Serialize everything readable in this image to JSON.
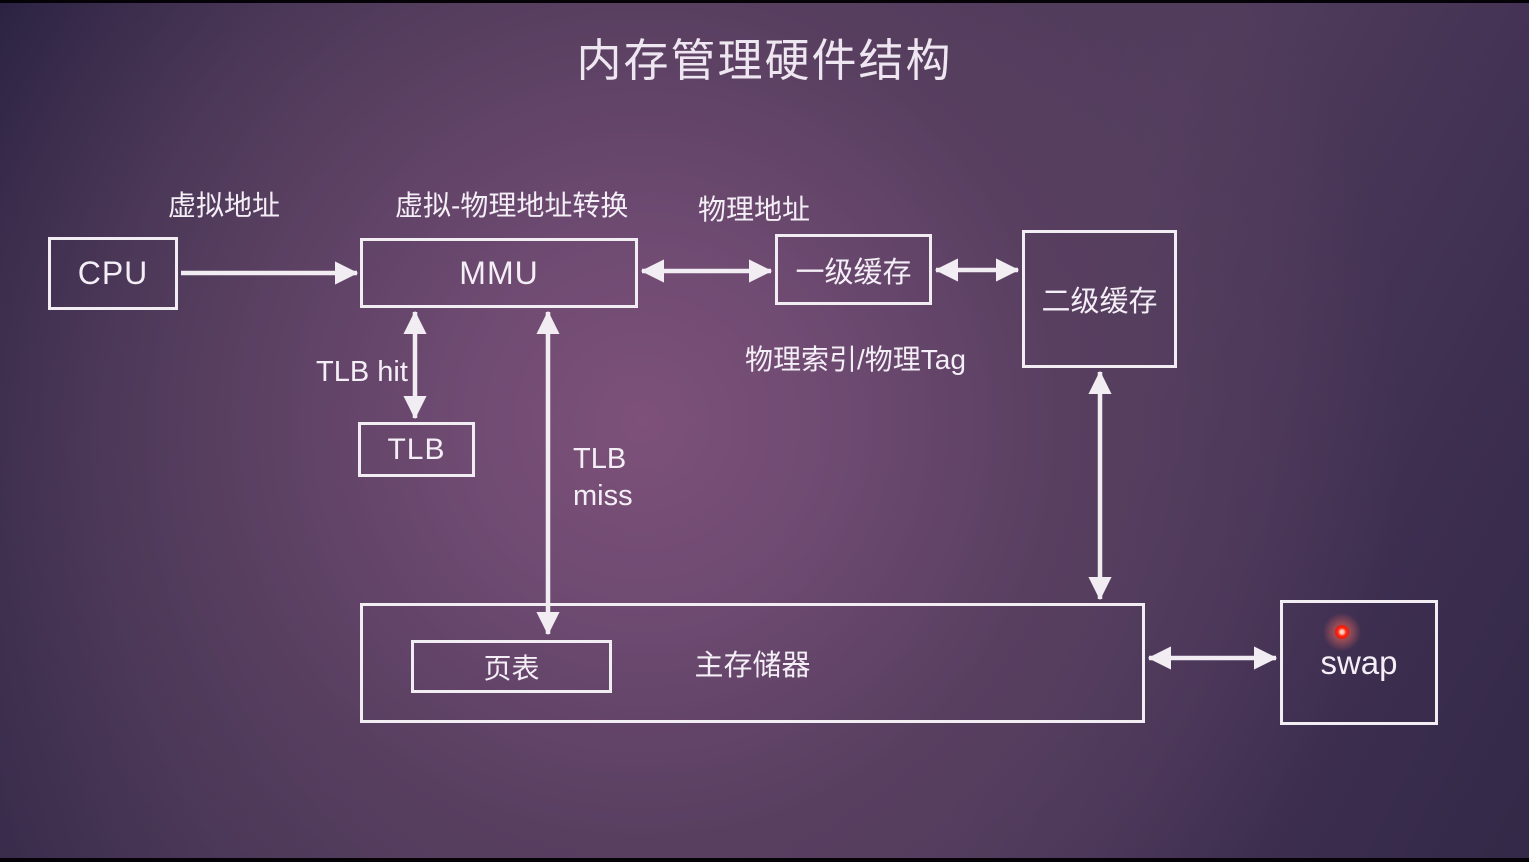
{
  "title": "内存管理硬件结构",
  "nodes": {
    "cpu": {
      "label": "CPU"
    },
    "mmu": {
      "label": "MMU"
    },
    "l1_cache": {
      "label": "一级缓存"
    },
    "l2_cache": {
      "label": "二级缓存"
    },
    "tlb": {
      "label": "TLB"
    },
    "page_table": {
      "label": "页表"
    },
    "main_memory": {
      "label": "主存储器"
    },
    "swap": {
      "label": "swap"
    }
  },
  "labels": {
    "virtual_address": "虚拟地址",
    "va_pa_translation": "虚拟-物理地址转换",
    "physical_address": "物理地址",
    "physical_index_tag": "物理索引/物理Tag",
    "tlb_hit": "TLB hit",
    "tlb_miss_lines": [
      "TLB",
      "miss"
    ]
  },
  "edges": [
    {
      "from": "cpu",
      "to": "mmu",
      "bidirectional": false
    },
    {
      "from": "mmu",
      "to": "l1_cache",
      "bidirectional": true
    },
    {
      "from": "l1_cache",
      "to": "l2_cache",
      "bidirectional": true
    },
    {
      "from": "mmu",
      "to": "tlb",
      "bidirectional": true
    },
    {
      "from": "mmu",
      "to": "page_table",
      "bidirectional": true
    },
    {
      "from": "l2_cache",
      "to": "main_memory",
      "bidirectional": true
    },
    {
      "from": "main_memory",
      "to": "swap",
      "bidirectional": true
    }
  ],
  "colors": {
    "background_center": "#7d5179",
    "background_edge": "#2c2342",
    "line": "#f1edf3",
    "text": "#f4eef6",
    "laser_dot": "#ff2d18"
  }
}
